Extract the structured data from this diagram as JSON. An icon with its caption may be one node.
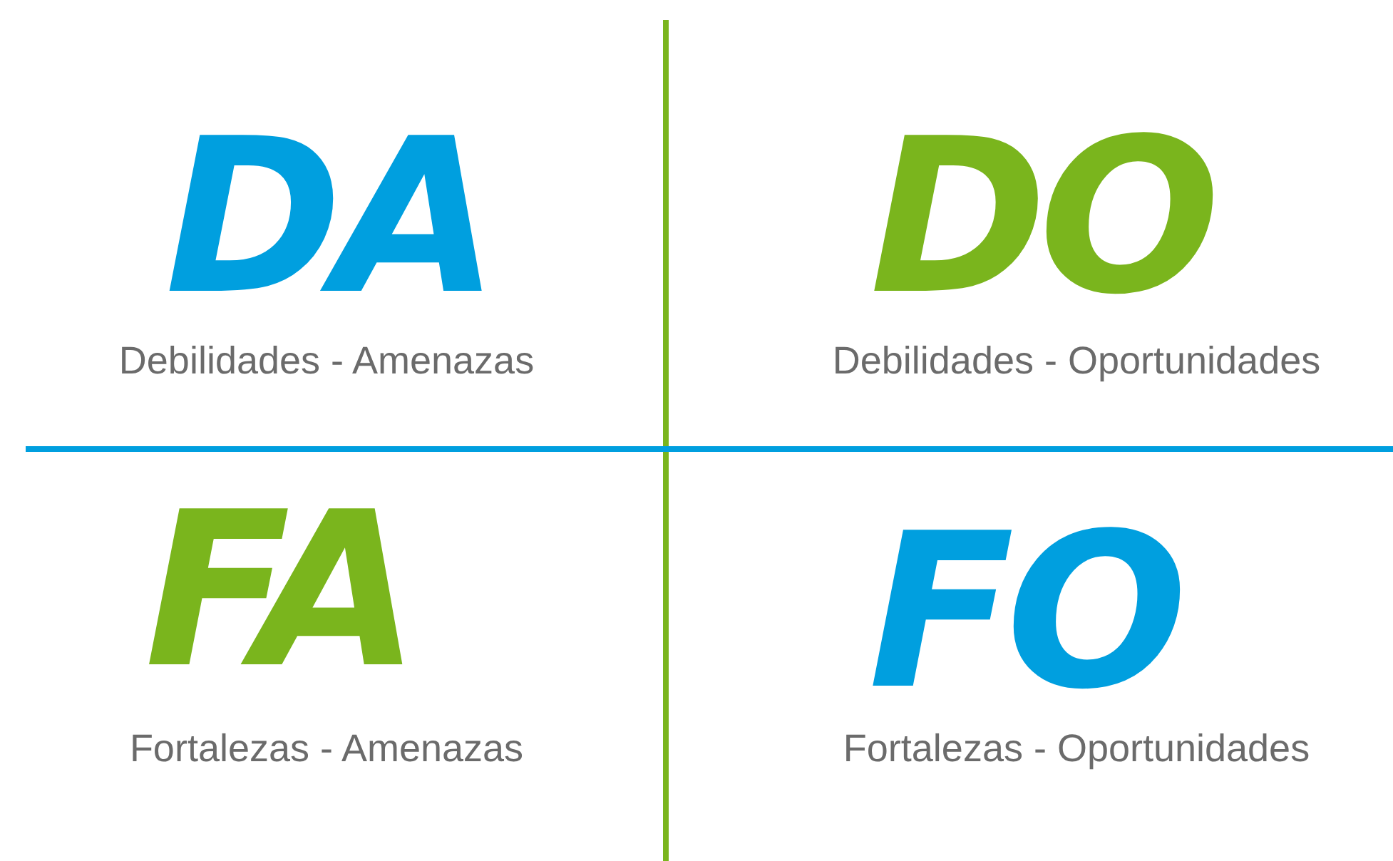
{
  "diagram": {
    "labels": [
      "DA",
      "Debilidades - Amenazas",
      "DO",
      "Debilidades - Oportunidades",
      "FA",
      "Fortalezas - Amenazas",
      "FO",
      "Fortalezas - Oportunidades"
    ]
  }
}
